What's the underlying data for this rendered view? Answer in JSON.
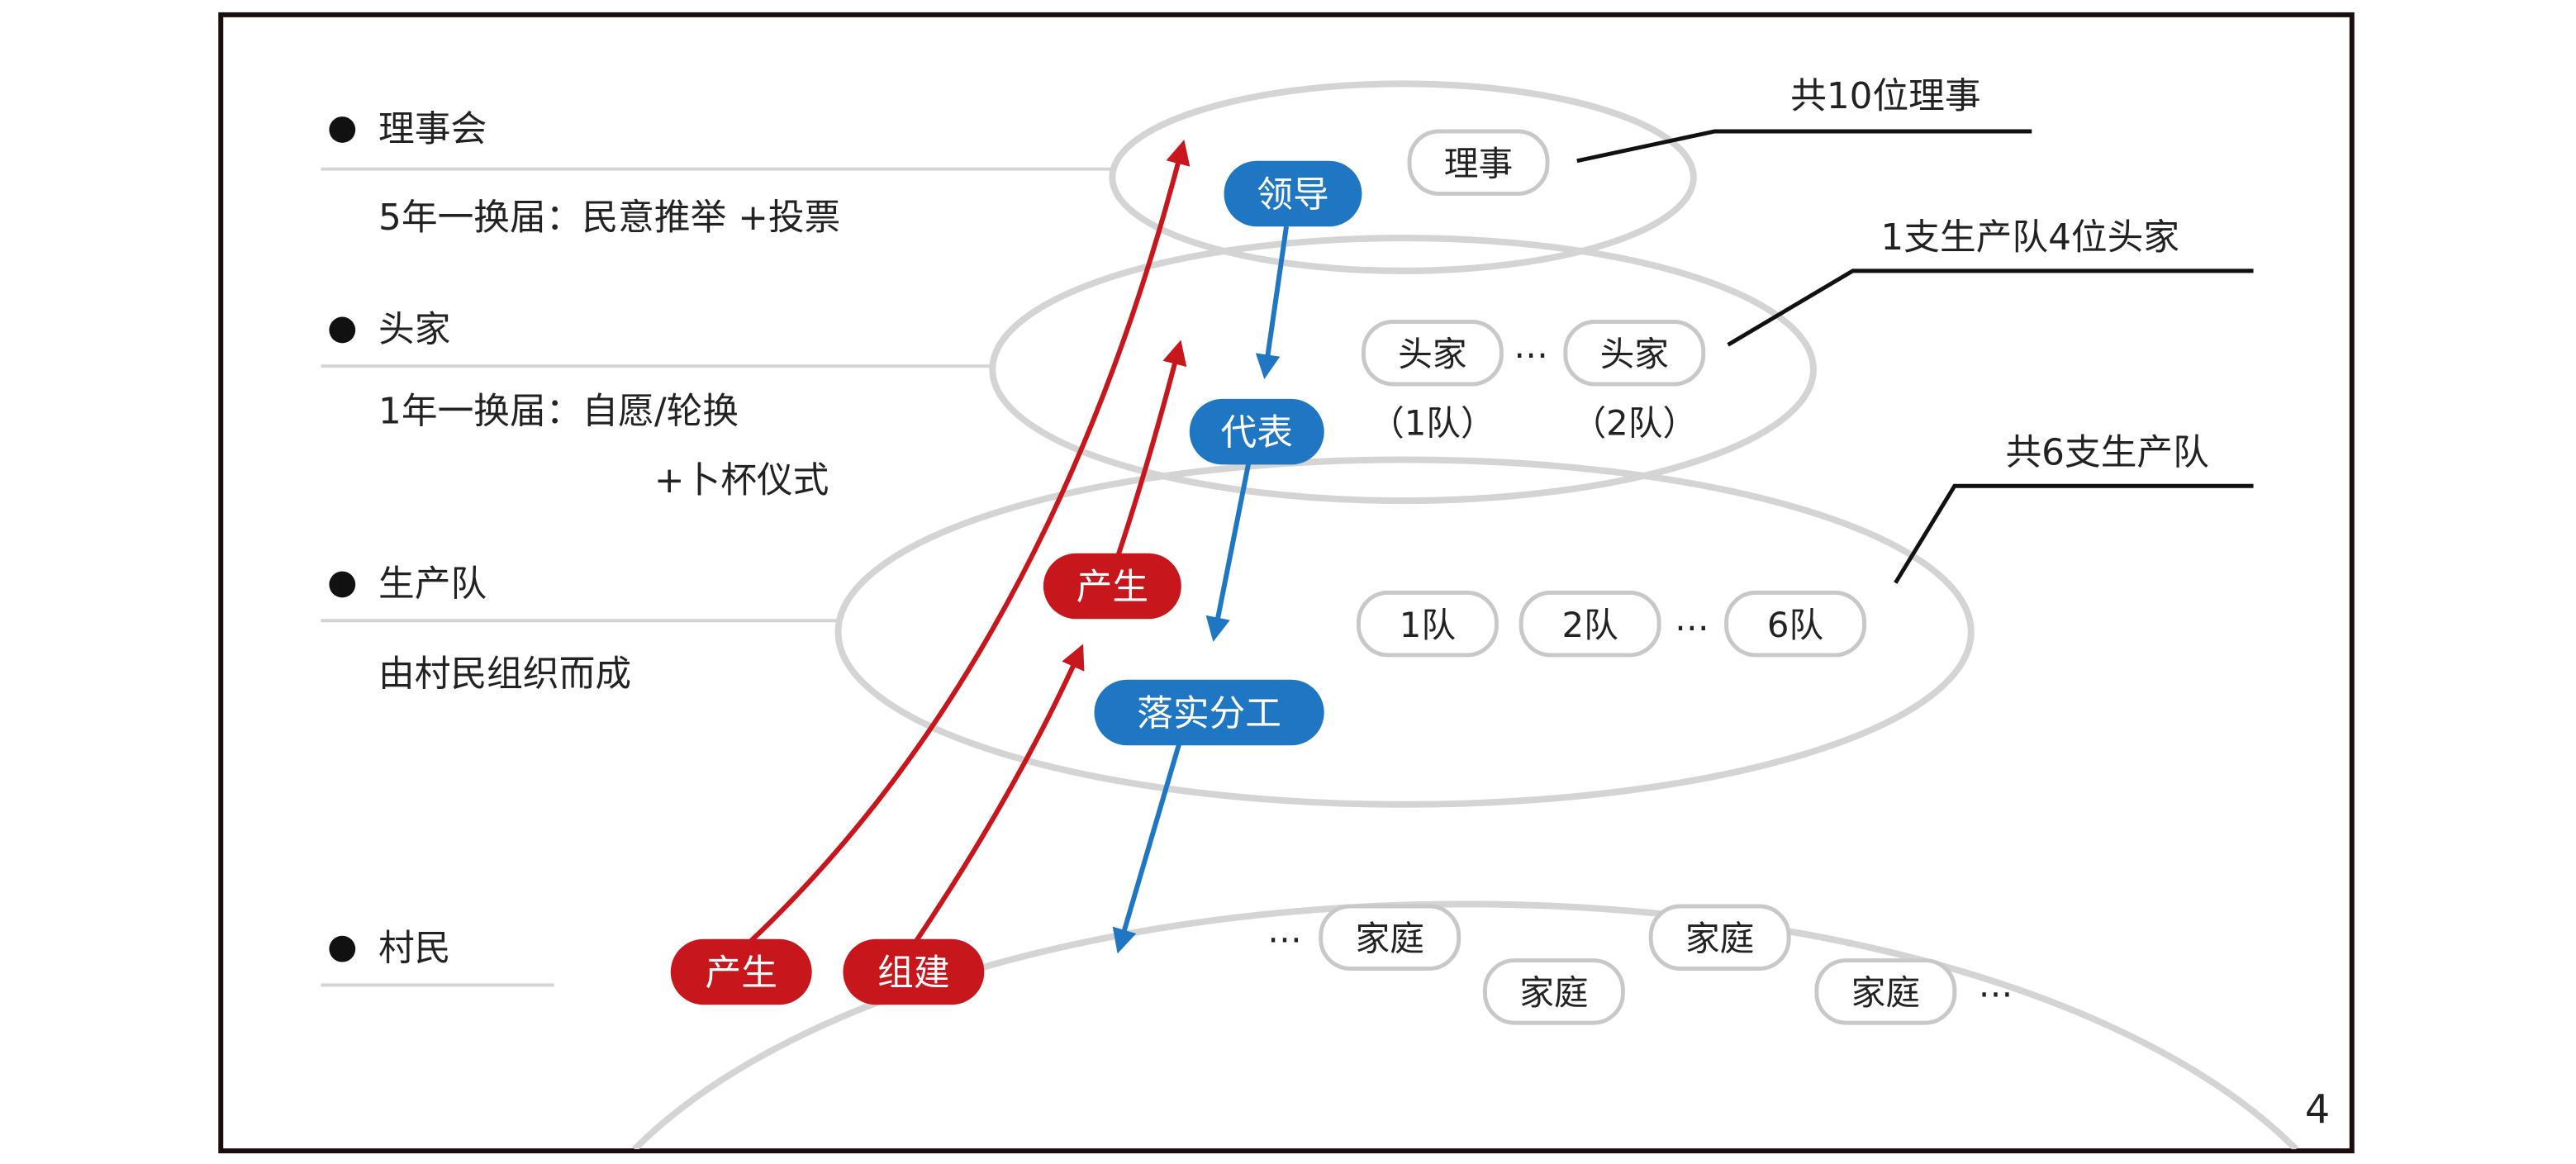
{
  "levels": [
    {
      "name": "理事会",
      "desc": "5年一换届：民意推举 +投票"
    },
    {
      "name": "头家",
      "desc": "1年一换届：自愿/轮换",
      "desc2": "+卜杯仪式"
    },
    {
      "name": "生产队",
      "desc": "由村民组织而成"
    },
    {
      "name": "村民"
    }
  ],
  "actions": {
    "lead": "领导",
    "represent": "代表",
    "implement": "落实分工",
    "produce_upper": "产生",
    "produce_lower": "产生",
    "form": "组建"
  },
  "nodes": {
    "director": "理事",
    "head1": "头家",
    "head2": "头家",
    "head1_team": "（1队）",
    "head2_team": "（2队）",
    "team1": "1队",
    "team2": "2队",
    "team6": "6队",
    "family": [
      "家庭",
      "家庭",
      "家庭",
      "家庭"
    ],
    "ellipsis": "…"
  },
  "callouts": {
    "directors": "共10位理事",
    "heads": "1支生产队4位头家",
    "teams": "共6支生产队"
  },
  "page_number": "4",
  "colors": {
    "blue": "#1f77c3",
    "red": "#c8161d",
    "gray": "#d4d4d4",
    "frame": "#1a0d0d"
  }
}
